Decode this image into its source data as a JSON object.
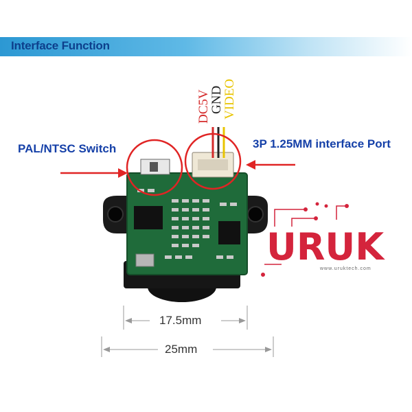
{
  "header": {
    "title": "Interface Function"
  },
  "labels": {
    "switch": "PAL/NTSC Switch",
    "port": "3P 1.25MM interface Port"
  },
  "wires": [
    {
      "name": "DC5V",
      "color": "#d42a2a"
    },
    {
      "name": "GND",
      "color": "#222222"
    },
    {
      "name": "VIDEO",
      "color": "#e8c400"
    }
  ],
  "dimensions": {
    "inner": "17.5mm",
    "outer": "25mm"
  },
  "logo": {
    "text": "URUK",
    "url": "www.uruktech.com",
    "color": "#d4243c"
  },
  "colors": {
    "callout": "#e02424",
    "label": "#1540a8",
    "pcb": "#1f6b3a"
  }
}
